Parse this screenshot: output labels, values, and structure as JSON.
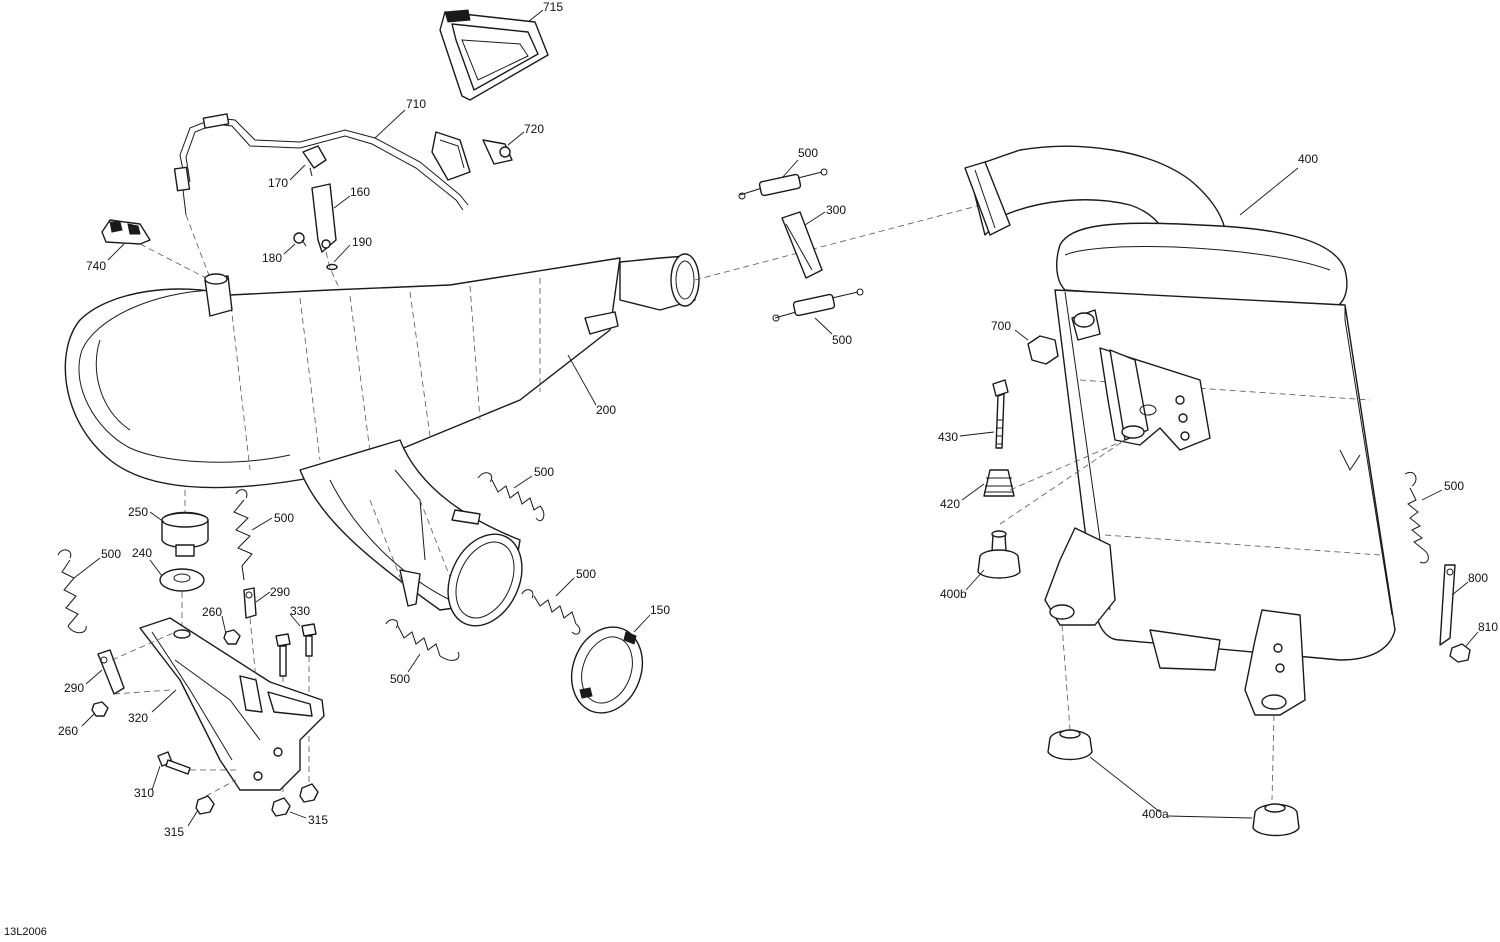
{
  "drawing_id": "13L2006",
  "callouts": {
    "c715": "715",
    "c710": "710",
    "c720": "720",
    "c170": "170",
    "c160": "160",
    "c180": "180",
    "c190": "190",
    "c740": "740",
    "c500_a": "500",
    "c300": "300",
    "c500_b": "500",
    "c400": "400",
    "c700": "700",
    "c200": "200",
    "c430": "430",
    "c420": "420",
    "c400b": "400b",
    "c500_c": "500",
    "c250": "250",
    "c500_d": "500",
    "c240": "240",
    "c500_e": "500",
    "c290_a": "290",
    "c260_a": "260",
    "c330": "330",
    "c500_f": "500",
    "c150": "150",
    "c500_g": "500",
    "c290_b": "290",
    "c320": "320",
    "c260_b": "260",
    "c310": "310",
    "c315_a": "315",
    "c315_b": "315",
    "c500_h": "500",
    "c800": "800",
    "c810": "810",
    "c400a": "400a"
  }
}
